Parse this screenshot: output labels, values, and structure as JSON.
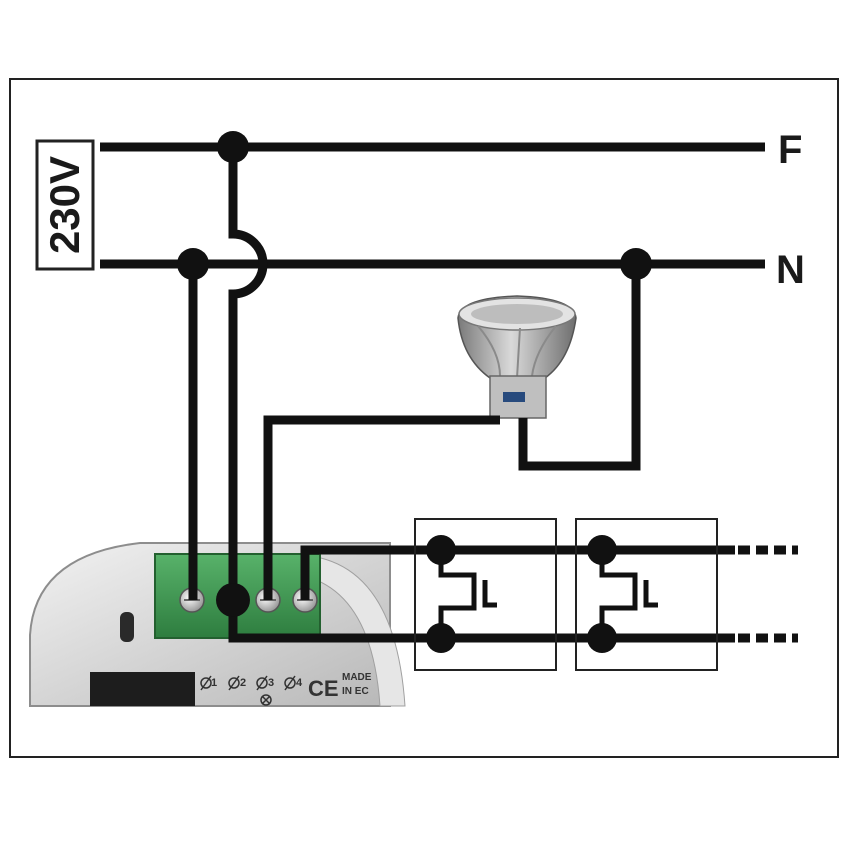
{
  "diagram": {
    "voltage_label": "230V",
    "phase_label": "F",
    "neutral_label": "N",
    "module": {
      "terminal_1": "1",
      "terminal_2": "2",
      "terminal_3": "3",
      "terminal_4": "4",
      "ce_mark": "CE",
      "made_line1": "MADE",
      "made_line2": "IN EC"
    }
  },
  "colors": {
    "wire": "#111111",
    "terminal_block": "#3f9a52",
    "module_body": "#d6d6d6",
    "frame": "#222222"
  },
  "icons": [
    "lamp-icon",
    "push-button-icon",
    "screw-terminal-icon"
  ]
}
